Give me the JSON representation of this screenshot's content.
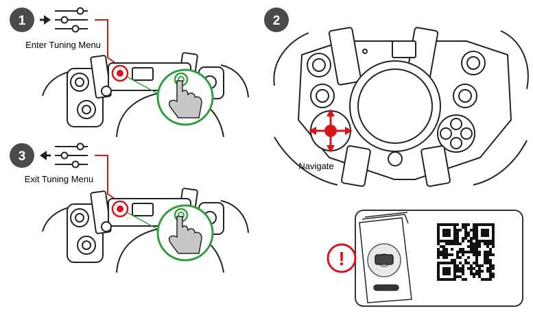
{
  "steps": [
    {
      "number": "1",
      "caption": "Enter Tuning Menu",
      "arrow": "right-arrow-icon"
    },
    {
      "number": "2",
      "caption": "Navigate",
      "arrow": "dpad-cross-arrows-icon"
    },
    {
      "number": "3",
      "caption": "Exit Tuning Menu",
      "arrow": "left-arrow-icon"
    }
  ],
  "notice": {
    "mark": "!",
    "icons": [
      "manual-booklet-icon",
      "qr-code-icon"
    ]
  },
  "colors": {
    "accent": "#d7141a",
    "touch": "#2e9e3e",
    "badge": "#4a4a4a",
    "line": "#222222"
  }
}
